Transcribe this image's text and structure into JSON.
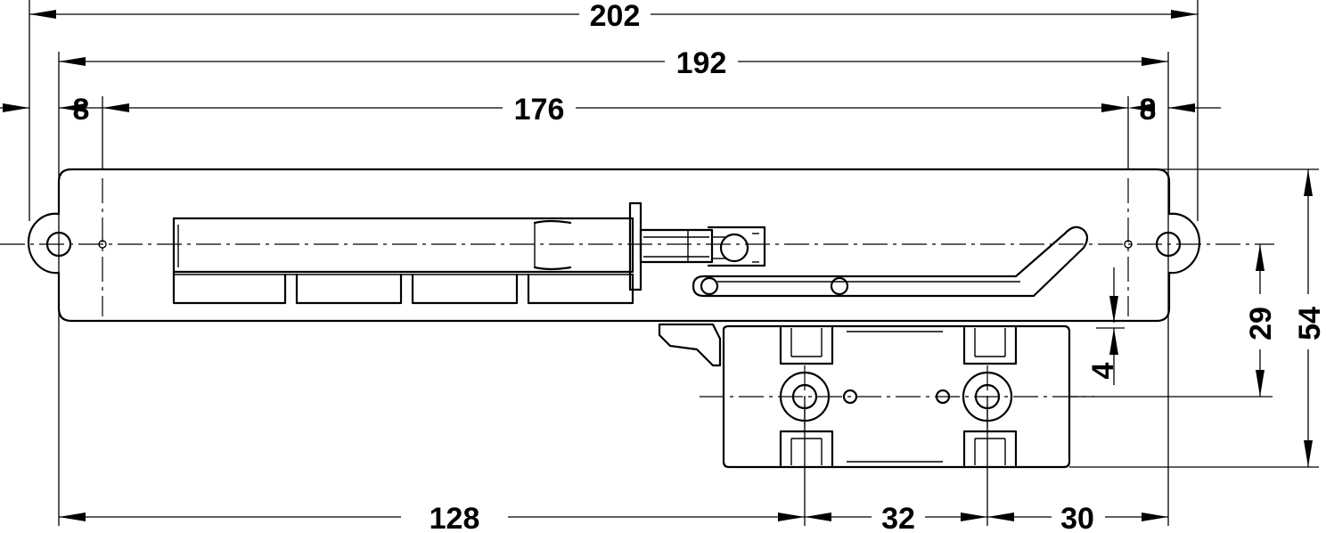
{
  "dimensions": {
    "overall_length": "202",
    "mount_length": "192",
    "hole_spacing": "176",
    "left_offset": "8",
    "right_offset": "8",
    "height_total": "54",
    "height_29": "29",
    "gap_4": "4",
    "bottom_128": "128",
    "bottom_32": "32",
    "bottom_30": "30"
  },
  "colors": {
    "line": "#000000",
    "background": "#ffffff"
  }
}
